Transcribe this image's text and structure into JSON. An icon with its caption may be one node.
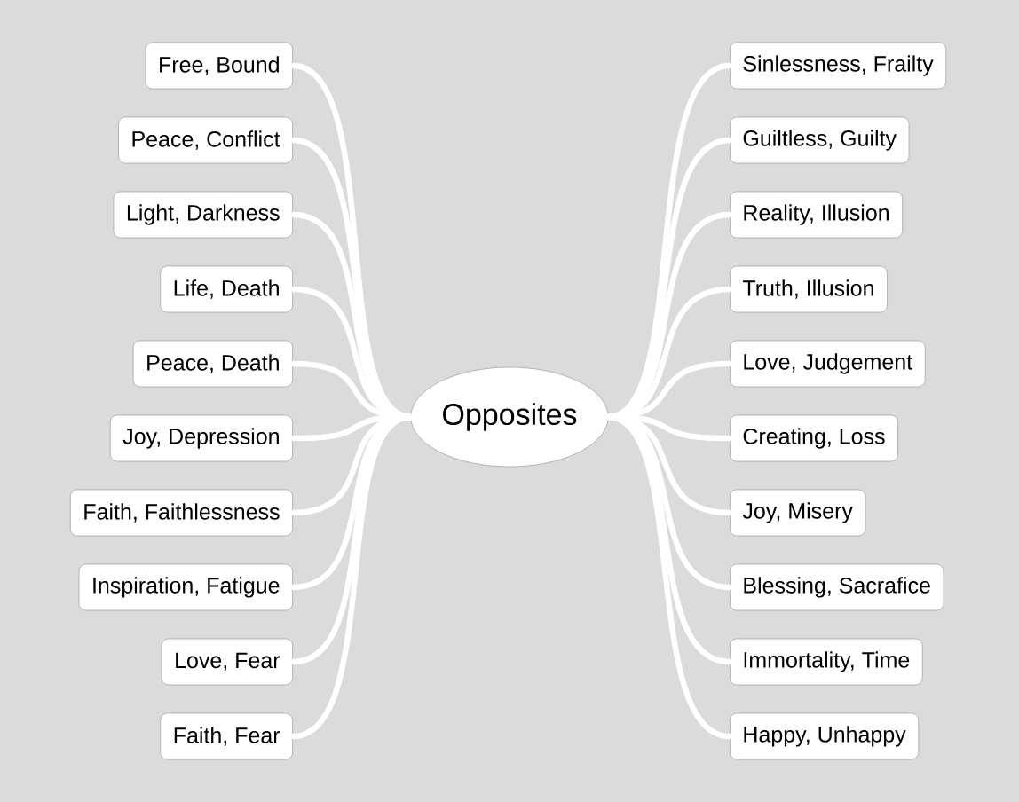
{
  "diagram": {
    "nodes": [
      {
        "text": [
          "Opposites"
        ]
      },
      {
        "text": [
          "Free, Bound"
        ]
      },
      {
        "text": [
          "Peace, Conflict"
        ]
      },
      {
        "text": [
          "Light, Darkness"
        ]
      },
      {
        "text": [
          "Life, Death"
        ]
      },
      {
        "text": [
          "Peace, Death"
        ]
      },
      {
        "text": [
          "Joy, Depression"
        ]
      },
      {
        "text": [
          "Faith, Faithlessness"
        ]
      },
      {
        "text": [
          "Inspiration, Fatigue"
        ]
      },
      {
        "text": [
          "Love, Fear"
        ]
      },
      {
        "text": [
          "Faith, Fear"
        ]
      },
      {
        "text": [
          "Sinlessness, Frailty"
        ]
      },
      {
        "text": [
          "Guiltless, Guilty"
        ]
      },
      {
        "text": [
          "Reality, Illusion"
        ]
      },
      {
        "text": [
          "Truth, Illusion"
        ]
      },
      {
        "text": [
          "Love, Judgement"
        ]
      },
      {
        "text": [
          "Creating, Loss"
        ]
      },
      {
        "text": [
          "Joy, Misery"
        ]
      },
      {
        "text": [
          "Blessing, Sacrafice"
        ]
      },
      {
        "text": [
          "Immortality, Time"
        ]
      },
      {
        "text": [
          "Happy, Unhappy"
        ]
      }
    ],
    "edges": [
      {
        "from": 0,
        "to": 1,
        "arrow": "none"
      },
      {
        "from": 0,
        "to": 2,
        "arrow": "none"
      },
      {
        "from": 0,
        "to": 3,
        "arrow": "none"
      },
      {
        "from": 0,
        "to": 4,
        "arrow": "none"
      },
      {
        "from": 0,
        "to": 5,
        "arrow": "none"
      },
      {
        "from": 0,
        "to": 6,
        "arrow": "none"
      },
      {
        "from": 0,
        "to": 7,
        "arrow": "none"
      },
      {
        "from": 0,
        "to": 8,
        "arrow": "none"
      },
      {
        "from": 0,
        "to": 9,
        "arrow": "none"
      },
      {
        "from": 0,
        "to": 10,
        "arrow": "none"
      },
      {
        "from": 0,
        "to": 11,
        "arrow": "none"
      },
      {
        "from": 0,
        "to": 12,
        "arrow": "none"
      },
      {
        "from": 0,
        "to": 13,
        "arrow": "none"
      },
      {
        "from": 0,
        "to": 14,
        "arrow": "none"
      },
      {
        "from": 0,
        "to": 15,
        "arrow": "none"
      },
      {
        "from": 0,
        "to": 16,
        "arrow": "none"
      },
      {
        "from": 0,
        "to": 17,
        "arrow": "none"
      },
      {
        "from": 0,
        "to": 18,
        "arrow": "none"
      },
      {
        "from": 0,
        "to": 19,
        "arrow": "none"
      },
      {
        "from": 0,
        "to": 20,
        "arrow": "none"
      }
    ]
  }
}
